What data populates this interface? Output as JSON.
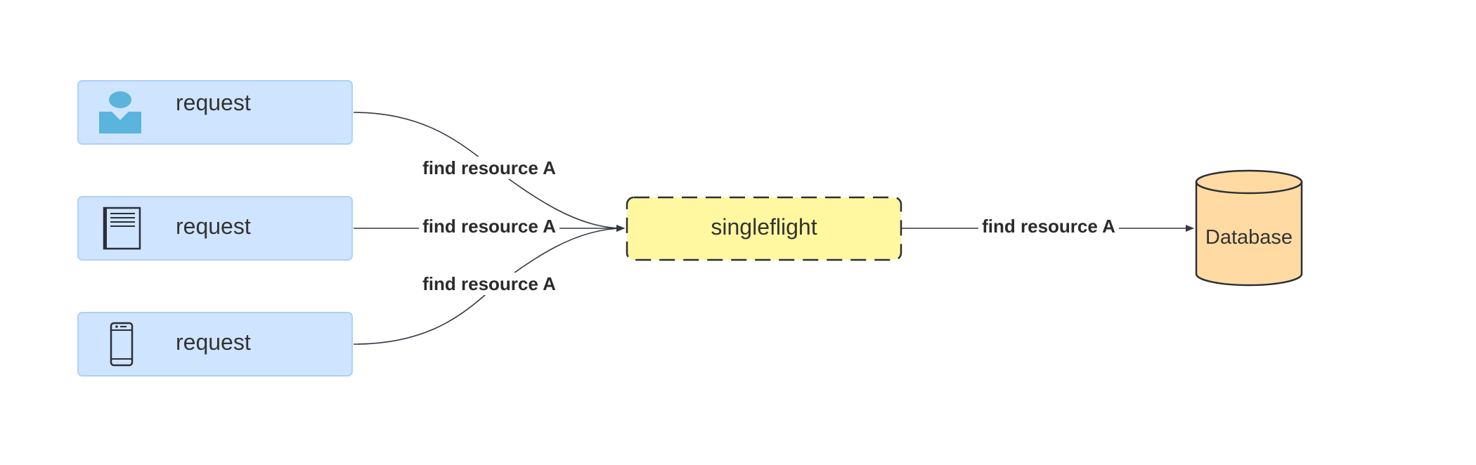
{
  "nodes": {
    "request_user": {
      "label": "request",
      "icon": "user-icon"
    },
    "request_doc": {
      "label": "request",
      "icon": "document-icon"
    },
    "request_mobile": {
      "label": "request",
      "icon": "mobile-phone-icon"
    },
    "singleflight": {
      "label": "singleflight"
    },
    "database": {
      "label": "Database"
    }
  },
  "edges": {
    "user_to_singleflight": "find resource A",
    "doc_to_singleflight": "find resource A",
    "mobile_to_singleflight": "find resource A",
    "singleflight_to_database": "find resource A"
  },
  "colors": {
    "request_fill": "#cfe4ff",
    "request_stroke": "#aed1f5",
    "singleflight_fill": "#fff8a0",
    "database_fill": "#ffdba3",
    "icon_blue": "#5ab4dc",
    "stroke_dark": "#333a45"
  }
}
